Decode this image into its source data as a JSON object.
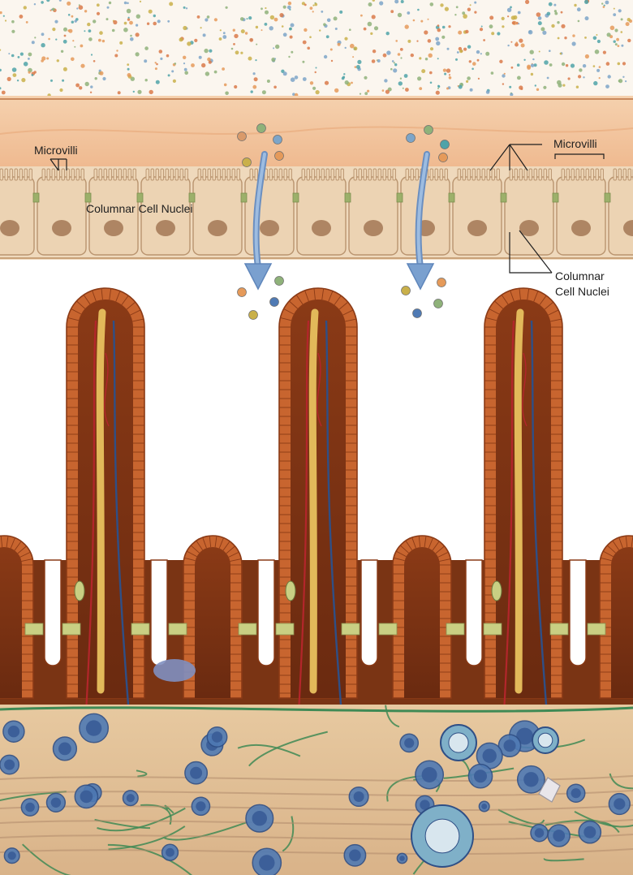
{
  "labels": {
    "microvilli_left": "Microvilli",
    "microvilli_right": "Microvilli",
    "nuclei_left": "Columnar Cell Nuclei",
    "nuclei_right_line1": "Columnar",
    "nuclei_right_line2": "Cell Nuclei"
  },
  "colors": {
    "lumen_bg": "#fbf6ef",
    "mucus_layer": "#f2c29a",
    "cell_fill": "#ecd3b3",
    "cell_stroke": "#b9946f",
    "nucleus": "#a77c5a",
    "junction": "#9cb06a",
    "villus_cell": "#c8652f",
    "villus_tissue": "#7a3414",
    "lacteal": "#e2b95a",
    "artery": "#b3262b",
    "vein": "#2f4f86",
    "goblet": "#c9cf83",
    "crypt_base": "#7f8fc0",
    "submucosa": "#e3c39a",
    "connective_fiber": "#3f8a55",
    "immune_cell": "#4f7ab4",
    "arrow": "#7aa0cf"
  },
  "icons": {
    "absorption_arrow": "down-curved-arrow-icon"
  }
}
